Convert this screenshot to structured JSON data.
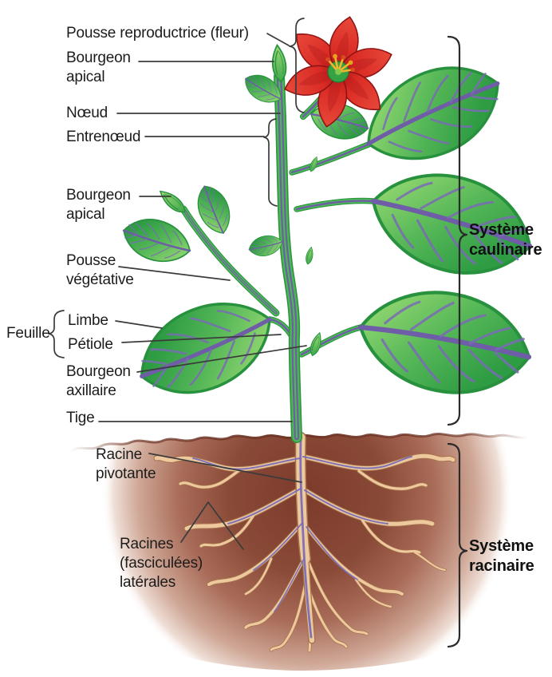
{
  "labels": {
    "pousse_reproductrice": "Pousse reproductrice (fleur)",
    "bourgeon_apical_haut": "Bourgeon apical",
    "noeud": "Nœud",
    "entrenoeud": "Entrenœud",
    "bourgeon_apical_lateral": "Bourgeon apical",
    "pousse_vegetative": "Pousse végétative",
    "feuille": "Feuille",
    "limbe": "Limbe",
    "petiole": "Pétiole",
    "bourgeon_axillaire": "Bourgeon axillaire",
    "tige": "Tige",
    "racine_pivotante": "Racine pivotante",
    "racines_laterales": "Racines (fasciculées) latérales",
    "systeme_caulinaire": "Système caulinaire",
    "systeme_racinaire": "Système racinaire"
  },
  "colors": {
    "leaf_green_dark": "#2E9C43",
    "leaf_green_light": "#9ADB74",
    "stem_green": "#4CB853",
    "vein_purple": "#6F5DA8",
    "flower_red": "#D92B24",
    "soil_brown": "#7C3B2B",
    "root_tan": "#EFC99E",
    "annotation_line": "#3B3B3B",
    "label_text": "#1C1C1C"
  }
}
